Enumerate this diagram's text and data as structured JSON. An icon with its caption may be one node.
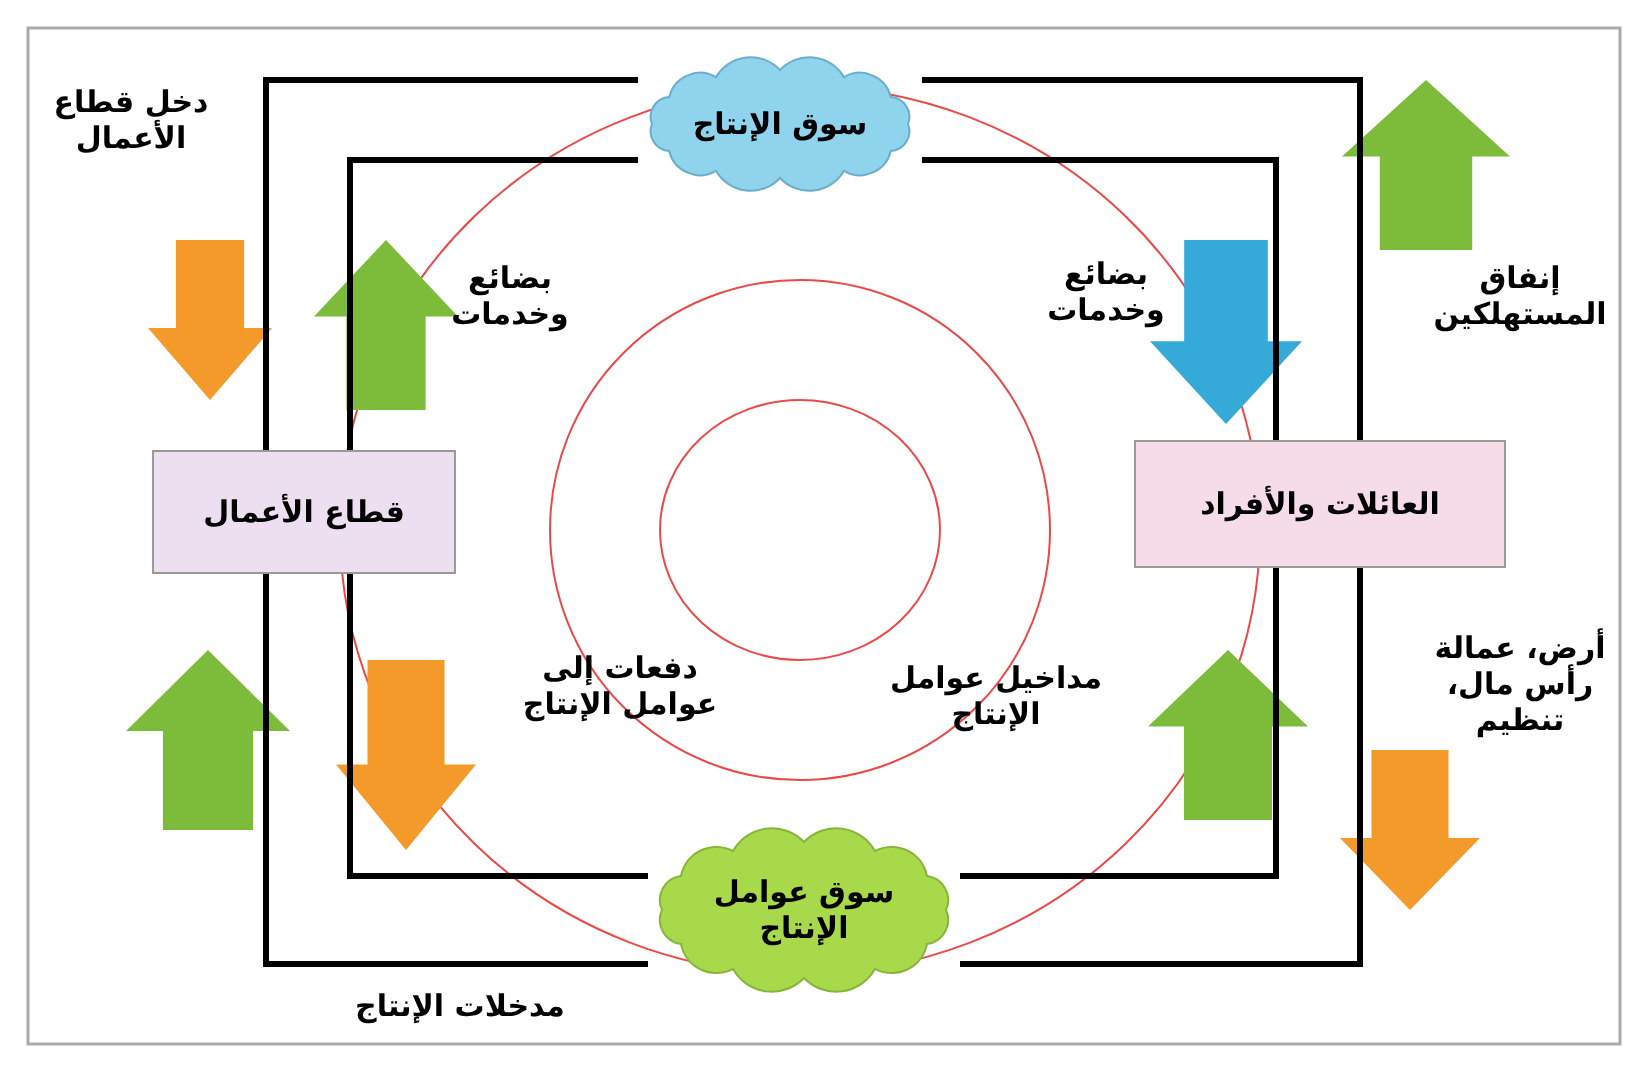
{
  "diagram": {
    "nodes": [
      {
        "text": [
          "سوق الإنتاج"
        ]
      },
      {
        "text": [
          "قطاع الأعمال"
        ]
      },
      {
        "text": [
          "العائلات والأفراد"
        ]
      },
      {
        "text": [
          "سوق عوامل الإنتاج"
        ]
      }
    ],
    "edges": [
      {
        "from": 0,
        "to": 1,
        "arrow": "none"
      },
      {
        "from": 0,
        "to": 1,
        "arrow": "none"
      },
      {
        "from": 0,
        "to": 2,
        "arrow": "none"
      },
      {
        "from": 0,
        "to": 2,
        "arrow": "none"
      },
      {
        "from": 1,
        "to": 3,
        "arrow": "none"
      },
      {
        "from": 1,
        "to": 3,
        "arrow": "none"
      },
      {
        "from": 2,
        "to": 3,
        "arrow": "none"
      },
      {
        "from": 2,
        "to": 3,
        "arrow": "none"
      }
    ],
    "labels": [
      "دخل قطاع الأعمال",
      "بضائع وخدمات",
      "إنفاق المستهلكين",
      "بضائع وخدمات",
      "دفعات إلى عوامل الإنتاج",
      "مداخيل عوامل الإنتاج",
      "أرض، عمالة رأس مال، تنظيم",
      "مدخلات الإنتاج"
    ]
  }
}
